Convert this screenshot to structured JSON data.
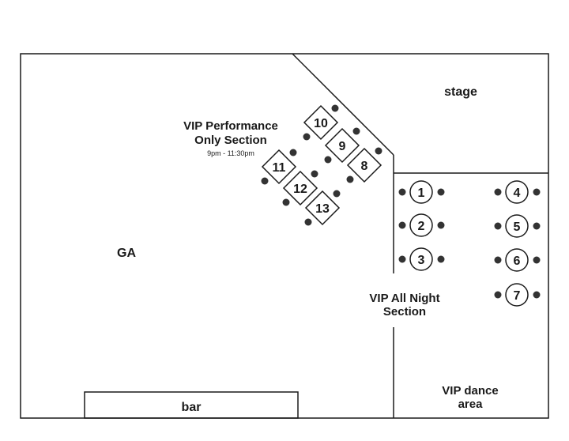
{
  "areas": {
    "stage": "stage",
    "ga": "GA",
    "bar": "bar",
    "vip_performance_line1": "VIP Performance",
    "vip_performance_line2": "Only Section",
    "vip_performance_time": "9pm - 11:30pm",
    "vip_all_night_line1": "VIP All Night",
    "vip_all_night_line2": "Section",
    "vip_dance_line1": "VIP dance",
    "vip_dance_line2": "area"
  },
  "round_tables": [
    "1",
    "2",
    "3",
    "4",
    "5",
    "6",
    "7"
  ],
  "diamond_tables": [
    "8",
    "9",
    "10",
    "11",
    "12",
    "13"
  ],
  "colors": {
    "line": "#1a1a1a",
    "seat": "#333333",
    "background": "#ffffff"
  }
}
